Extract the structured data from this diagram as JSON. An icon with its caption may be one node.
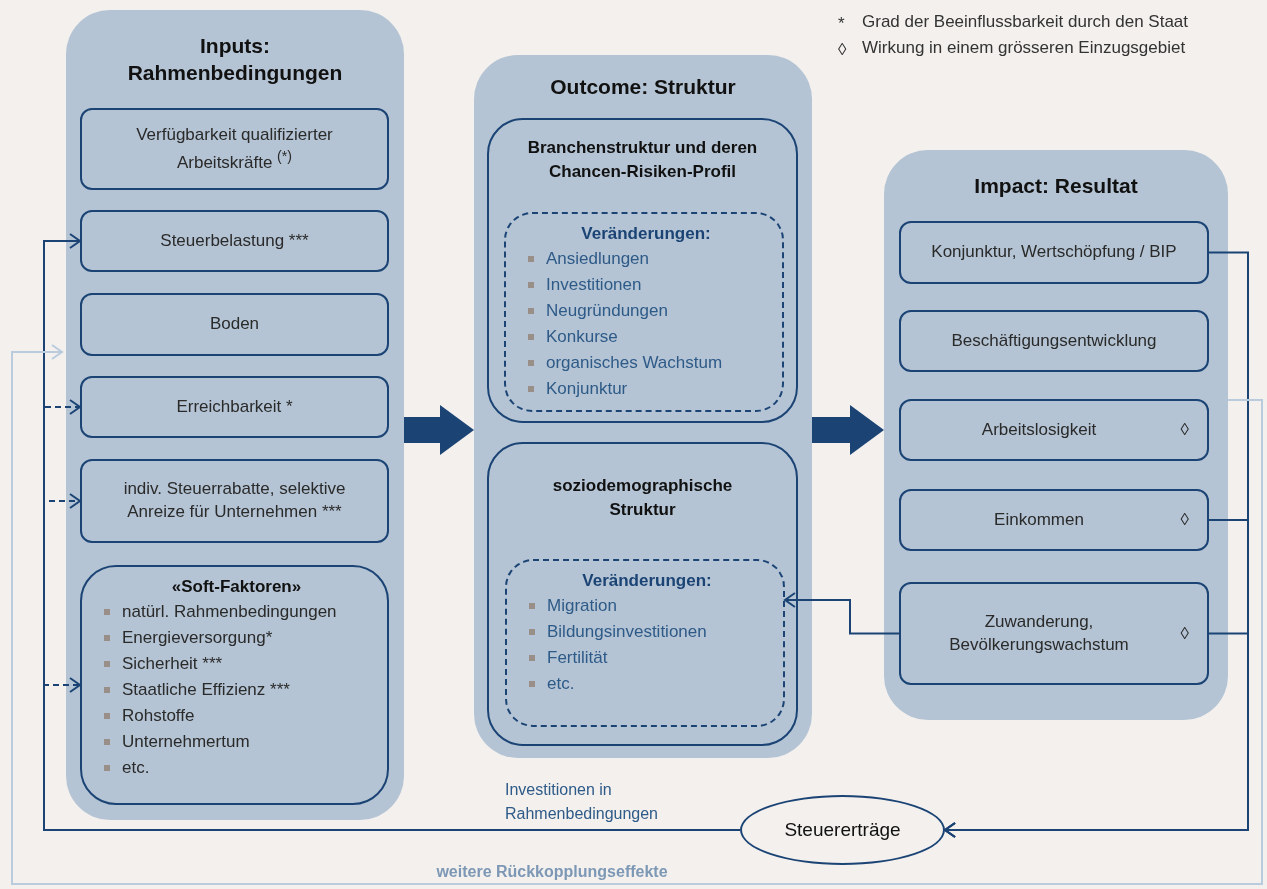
{
  "diagram": {
    "nodes": [
      {
        "text": [
          "Inputs: Rahmenbedingungen"
        ]
      },
      {
        "text": [
          "Verfügbarkeit qualifizierter Arbeitskräfte $^{(*)}$"
        ],
        "in": 0
      },
      {
        "text": [
          "Steuerbelastung ***"
        ],
        "in": 0
      },
      {
        "text": [
          "Boden"
        ],
        "in": 0
      },
      {
        "text": [
          "Erreichbarkeit *"
        ],
        "in": 0
      },
      {
        "text": [
          "indiv. Steuerrabatte, selektive Anreize für Unternehmen ***"
        ],
        "in": 0
      },
      {
        "text": [
          "«Soft-Faktoren»",
          "natürl. Rahmenbedingungen",
          "Energieversorgung*",
          "Sicherheit ***",
          "Staatliche Effizienz ***",
          "Rohstoffe",
          "Unternehmertum",
          "etc."
        ],
        "in": 0
      },
      {
        "text": [
          "Outcome: Struktur"
        ]
      },
      {
        "text": [
          "Branchenstruktur und deren Chancen-Risiken-Profil"
        ],
        "in": 7
      },
      {
        "text": [
          "Veränderungen:",
          "Ansiedlungen",
          "Investitionen",
          "Neugründungen",
          "Konkurse",
          "organisches Wachstum",
          "Konjunktur"
        ],
        "in": 8
      },
      {
        "text": [
          "soziodemographische Struktur"
        ],
        "in": 7
      },
      {
        "text": [
          "Veränderungen:",
          "Migration",
          "Bildungsinvestitionen",
          "Fertilität",
          "etc."
        ],
        "in": 10
      },
      {
        "text": [
          "Impact: Resultat"
        ]
      },
      {
        "text": [
          "Konjunktur, Wertschöpfung / BIP"
        ],
        "in": 12
      },
      {
        "text": [
          "Beschäftigungsentwicklung"
        ],
        "in": 12
      },
      {
        "text": [
          "Arbeitslosigkeit",
          "◊"
        ],
        "in": 12
      },
      {
        "text": [
          "Einkommen",
          "◊"
        ],
        "in": 12
      },
      {
        "text": [
          "Zuwanderung, Bevölkerungswachstum",
          "◊"
        ],
        "in": 12
      },
      {
        "text": [
          "Steuererträge"
        ]
      }
    ],
    "edges": [
      {
        "from": 0,
        "to": 7,
        "arrow": "to",
        "style": "thick"
      },
      {
        "from": 7,
        "to": 12,
        "arrow": "to",
        "style": "thick"
      },
      {
        "from": 17,
        "to": 11,
        "arrow": "to"
      },
      {
        "from": 13,
        "to": 18,
        "arrow": "to"
      },
      {
        "from": 16,
        "to": 18,
        "arrow": "to"
      },
      {
        "from": 17,
        "to": 18,
        "arrow": "to"
      },
      {
        "from": 18,
        "to": 2,
        "arrow": "to",
        "label": "Investitionen in Rahmenbedingungen"
      },
      {
        "from": 18,
        "to": 4,
        "arrow": "to",
        "style": "dashed"
      },
      {
        "from": 18,
        "to": 5,
        "arrow": "to",
        "style": "dashed"
      },
      {
        "from": 18,
        "to": 6,
        "arrow": "to",
        "style": "dashed"
      },
      {
        "from": 12,
        "to": 0,
        "arrow": "to",
        "color": "#b9cbdc",
        "label": "weitere Rückkopplungseffekte"
      }
    ],
    "labels": [
      "*",
      "Grad der Beeinflussbarkeit durch den Staat",
      "◊",
      "Wirkung in einem grösseren Einzugsgebiet"
    ]
  }
}
